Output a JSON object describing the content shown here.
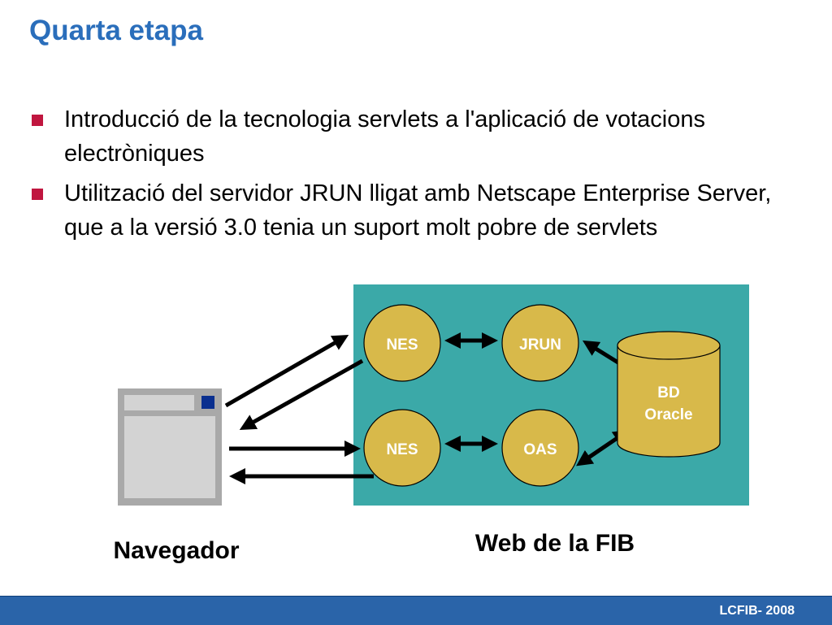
{
  "slide": {
    "title": "Quarta etapa",
    "bullets": [
      "Introducció de la tecnologia servlets a l'aplicació de votacions electròniques",
      "Utilització del servidor JRUN lligat amb Netscape Enterprise Server, que a la versió 3.0 tenia un suport molt pobre de servlets"
    ]
  },
  "diagram": {
    "nodes": {
      "nes_top": "NES",
      "jrun": "JRUN",
      "nes_bottom": "NES",
      "oas": "OAS",
      "db_line1": "BD",
      "db_line2": "Oracle"
    },
    "labels": {
      "browser": "Navegador",
      "web": "Web de la FIB"
    },
    "colors": {
      "server_box": "#3ba9a8",
      "node_fill": "#d8b94a",
      "browser_window": "#a9a9a9",
      "browser_square": "#0a2f8f"
    }
  },
  "footer": {
    "text": "LCFIB- 2008"
  }
}
